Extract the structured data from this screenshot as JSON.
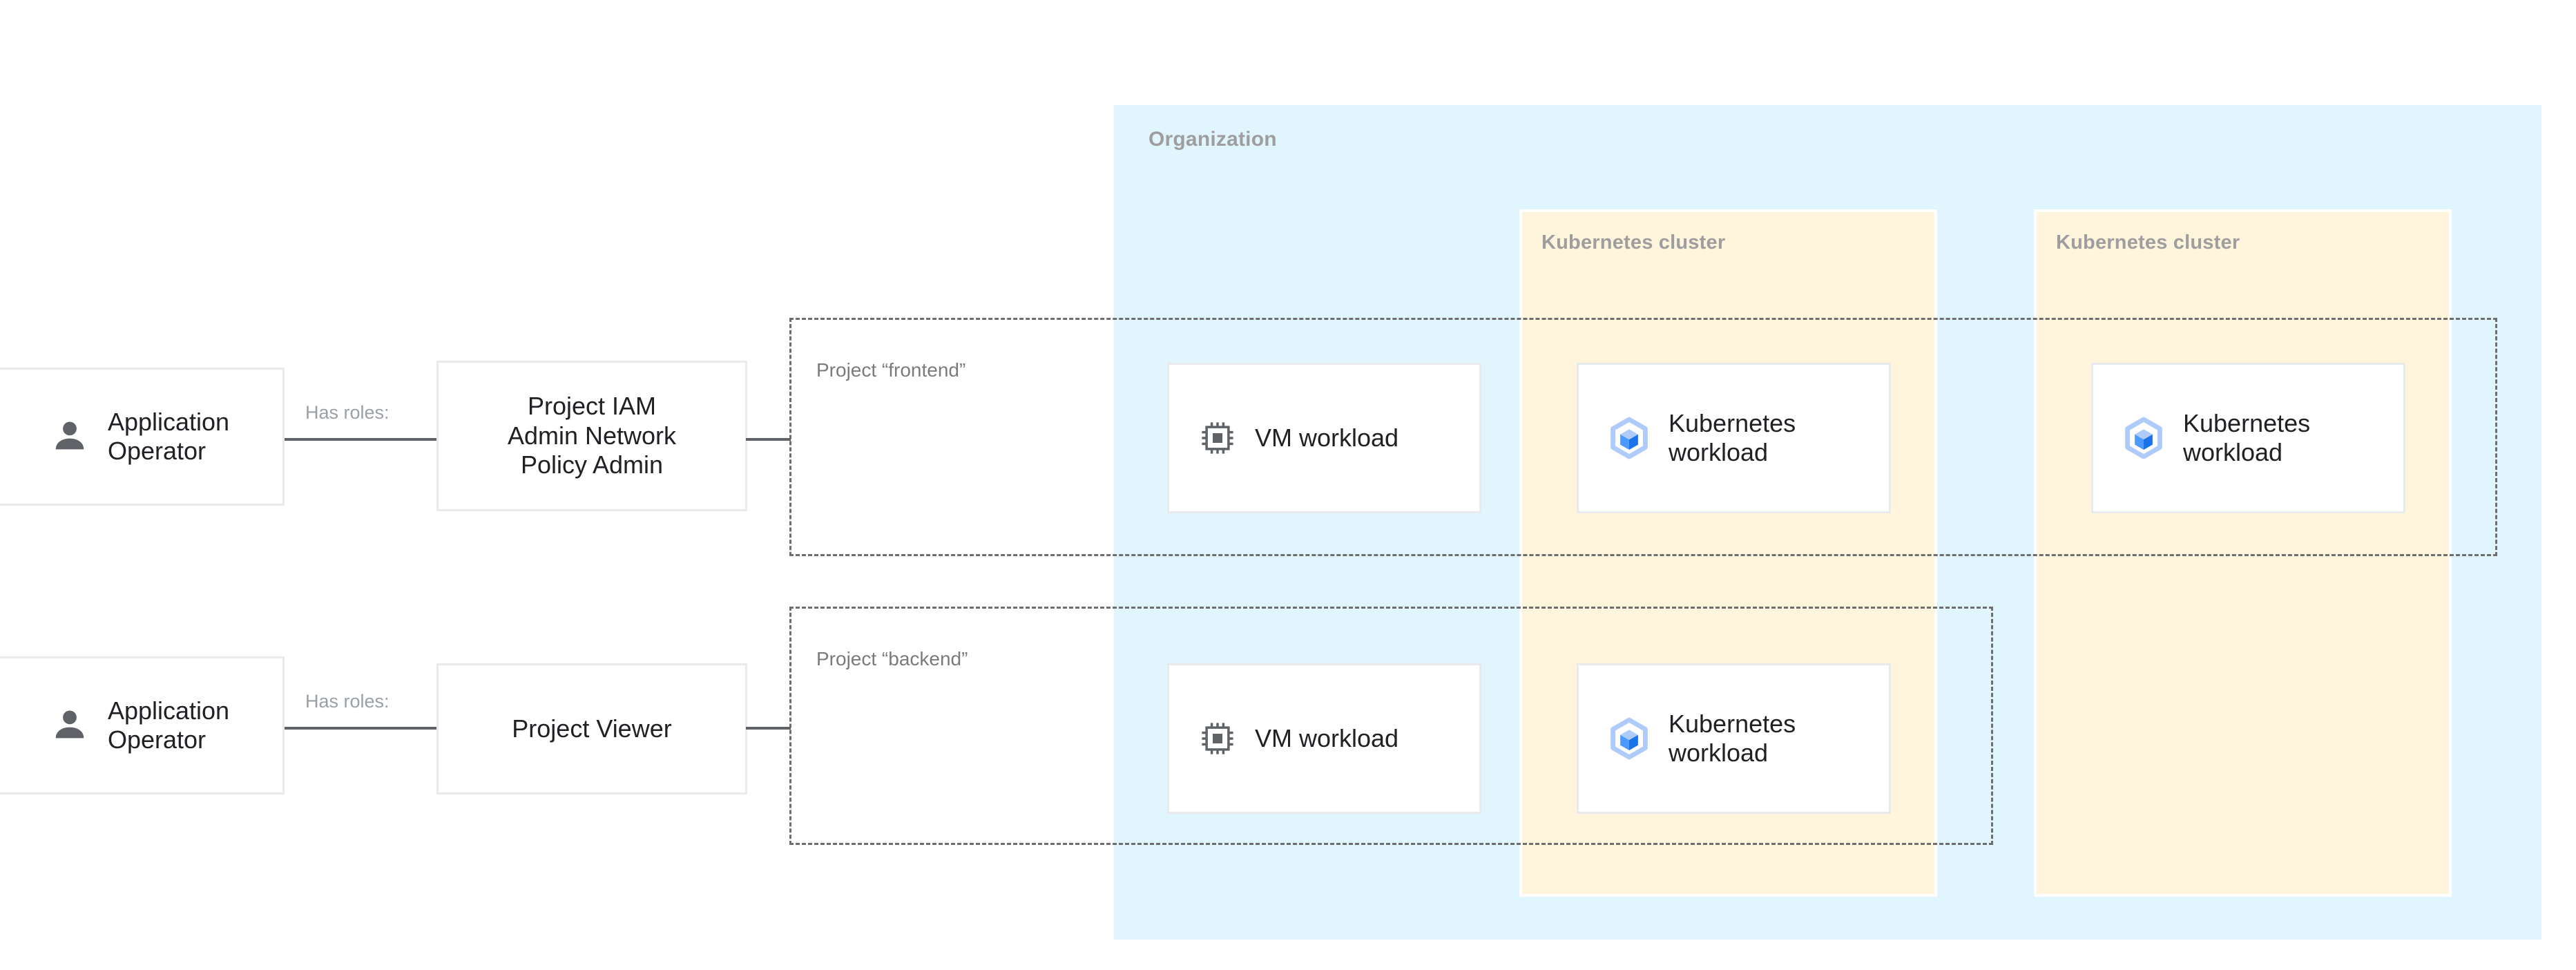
{
  "organization": {
    "label": "Organization",
    "background_color": "#E1F5FE"
  },
  "clusters": [
    {
      "label": "Kubernetes cluster",
      "background_color": "#FEF5DC"
    },
    {
      "label": "Kubernetes cluster",
      "background_color": "#FEF5DC"
    }
  ],
  "projects": [
    {
      "label": "Project “frontend”"
    },
    {
      "label": "Project “backend”"
    }
  ],
  "actors": [
    {
      "label": "Application\nOperator",
      "icon": "person-icon"
    },
    {
      "label": "Application\nOperator",
      "icon": "person-icon"
    }
  ],
  "roles": [
    {
      "label": "Project IAM\nAdmin Network\nPolicy Admin"
    },
    {
      "label": "Project Viewer"
    }
  ],
  "connectors": [
    {
      "label": "Has roles:"
    },
    {
      "label": "Has roles:"
    }
  ],
  "workloads": {
    "vm_frontend": {
      "label": "VM workload",
      "icon": "cpu-chip-icon"
    },
    "vm_backend": {
      "label": "VM workload",
      "icon": "cpu-chip-icon"
    },
    "k8s_frontend_a": {
      "label": "Kubernetes\nworkload",
      "icon": "kubernetes-cube-icon"
    },
    "k8s_backend": {
      "label": "Kubernetes\nworkload",
      "icon": "kubernetes-cube-icon"
    },
    "k8s_frontend_b": {
      "label": "Kubernetes\nworkload",
      "icon": "kubernetes-cube-icon"
    }
  },
  "colors": {
    "org_blue": "#E1F5FE",
    "cluster_cream": "#FEF5DC",
    "card_border": "#E8EAED",
    "text_primary": "#202124",
    "text_muted": "#9E9E9E",
    "connector_gray": "#5F6368",
    "kubernetes_blue": "#1A73E8",
    "kubernetes_light": "#AECBFA"
  }
}
